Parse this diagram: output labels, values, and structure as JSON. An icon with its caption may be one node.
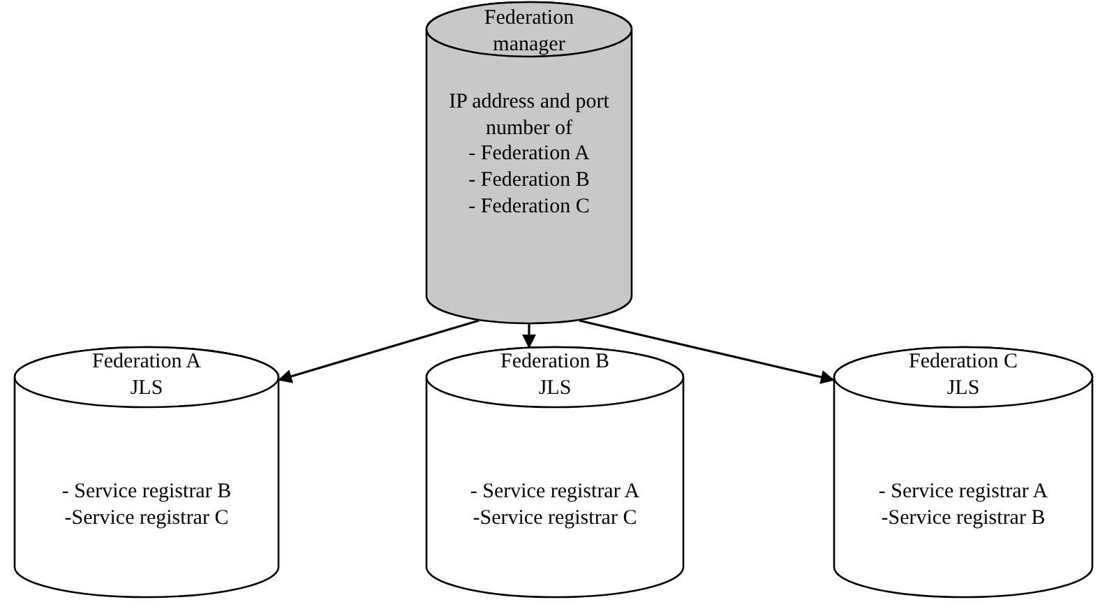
{
  "diagram": {
    "nodes": [
      {
        "text": [
          "Federation manager",
          "IP address and port number of",
          "- Federation A",
          "- Federation B",
          "- Federation C"
        ]
      },
      {
        "text": [
          "Federation A JLS",
          "- Service registrar B",
          "-Service registrar C"
        ]
      },
      {
        "text": [
          "Federation B JLS",
          "- Service registrar A",
          "-Service registrar C"
        ]
      },
      {
        "text": [
          "Federation C JLS",
          "- Service registrar A",
          "-Service registrar B"
        ]
      }
    ],
    "edges": [
      {
        "from": 0,
        "to": 1,
        "arrow": "to"
      },
      {
        "from": 0,
        "to": 2,
        "arrow": "to"
      },
      {
        "from": 0,
        "to": 3,
        "arrow": "to"
      }
    ]
  }
}
